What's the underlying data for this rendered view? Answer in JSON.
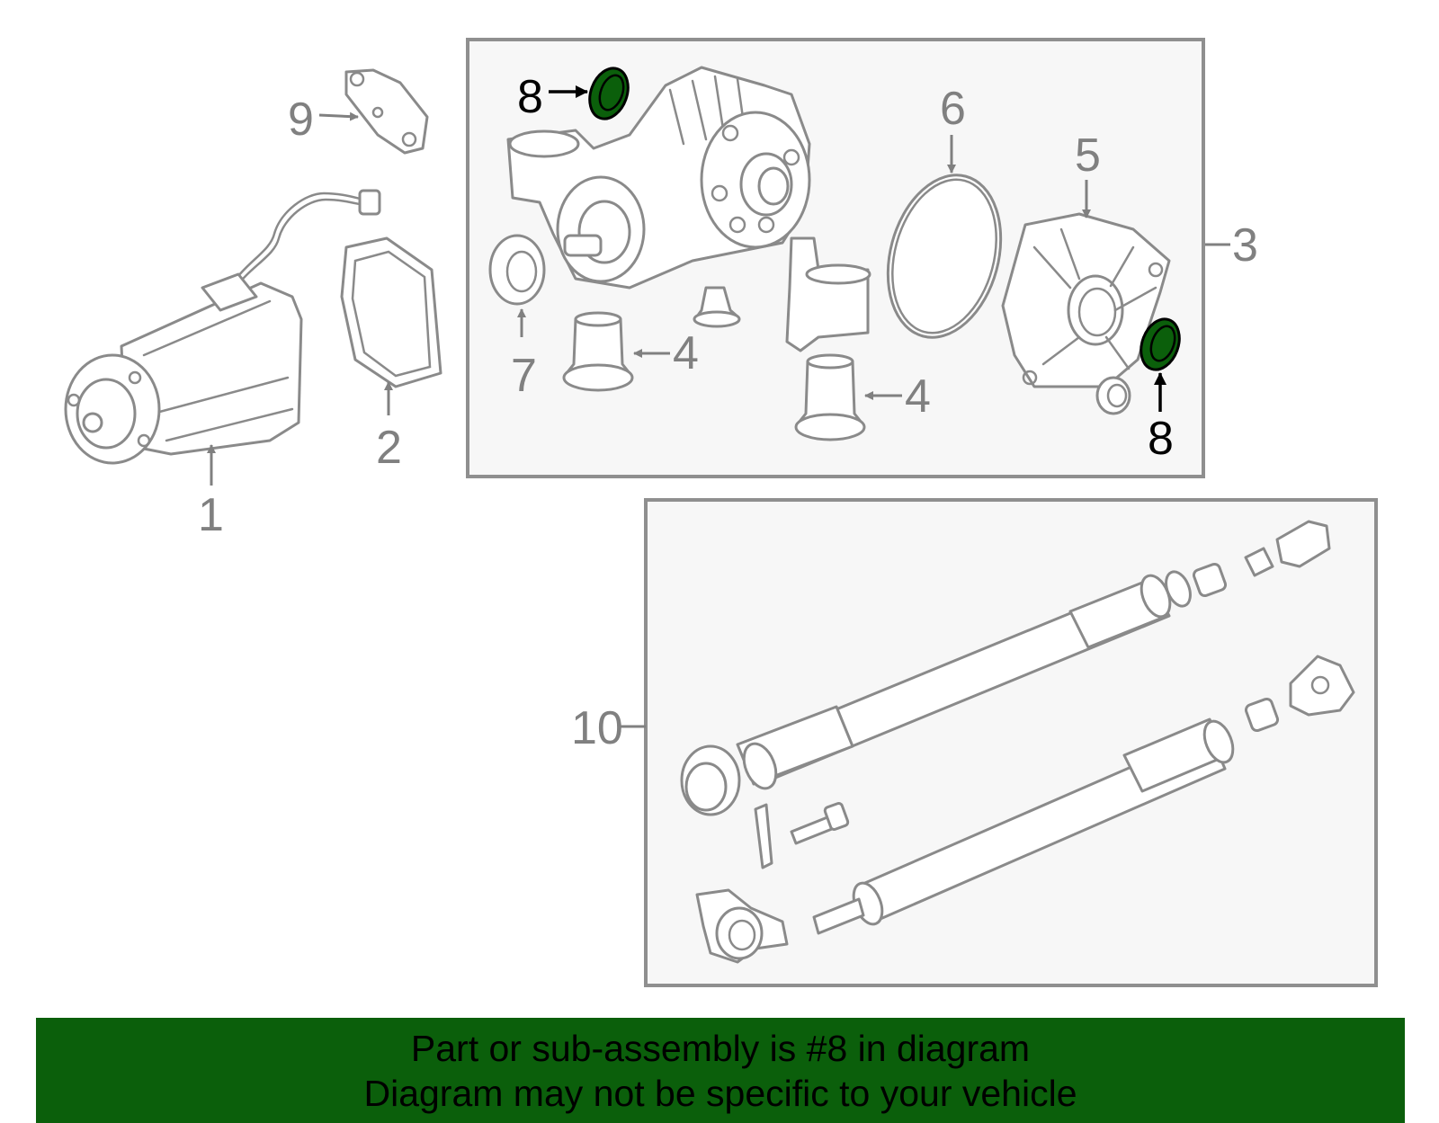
{
  "callouts": {
    "c1": "1",
    "c2": "2",
    "c3": "3",
    "c4a": "4",
    "c4b": "4",
    "c5": "5",
    "c6": "6",
    "c7": "7",
    "c8a": "8",
    "c8b": "8",
    "c9": "9",
    "c10": "10"
  },
  "banner": {
    "line1": "Part or sub-assembly is #8 in diagram",
    "line2": "Diagram may not be specific to your vehicle"
  },
  "colors": {
    "highlight": "#0b5f0b",
    "line_gray": "#8a8a8a",
    "frame_fill": "#f7f7f7"
  }
}
